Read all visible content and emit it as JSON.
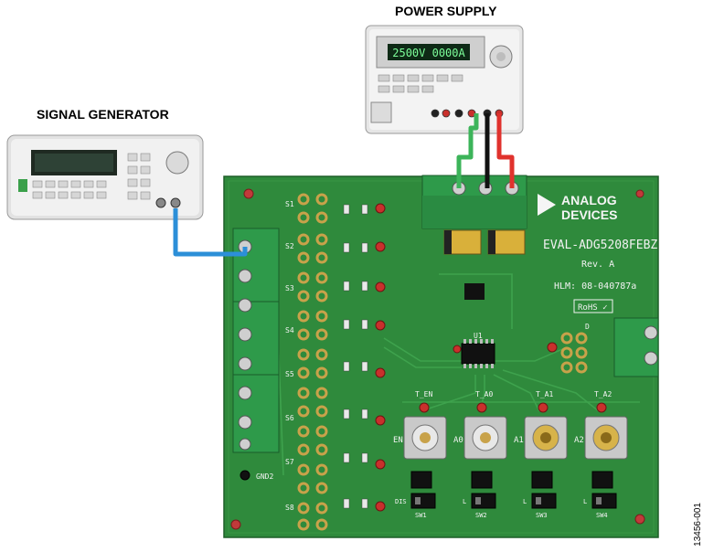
{
  "labels": {
    "power_supply": "POWER SUPPLY",
    "signal_generator": "SIGNAL GENERATOR",
    "figure_number": "13456-001"
  },
  "power_supply": {
    "display": "2500V  0000A"
  },
  "board": {
    "brand_line1": "ANALOG",
    "brand_line2": "DEVICES",
    "part": "EVAL-ADG5208FEBZ",
    "revision": "Rev. A",
    "hlm": "HLM: 08-040787a",
    "rohs": "RoHS ✓",
    "ic_label": "U1",
    "source_labels": [
      "S1",
      "S2",
      "S3",
      "S4",
      "S5",
      "S6",
      "S7",
      "S8"
    ],
    "control_test_points": [
      "T_EN",
      "T_A0",
      "T_A1",
      "T_A2"
    ],
    "connector_labels": [
      "EN",
      "A0",
      "A1",
      "A2"
    ],
    "switch_labels": [
      "SW1",
      "SW2",
      "SW3",
      "SW4"
    ],
    "switch_side_labels": [
      "DIS",
      "L",
      "L",
      "L"
    ],
    "gnd_label": "GND2",
    "drain_label": "D"
  },
  "colors": {
    "pcb": "#2f8a3c",
    "pcb_dark": "#226b2d",
    "terminal": "#2e9a4a",
    "wire_green": "#3cb45a",
    "wire_black": "#111111",
    "wire_red": "#e0322d",
    "wire_blue": "#2c8fd8"
  }
}
